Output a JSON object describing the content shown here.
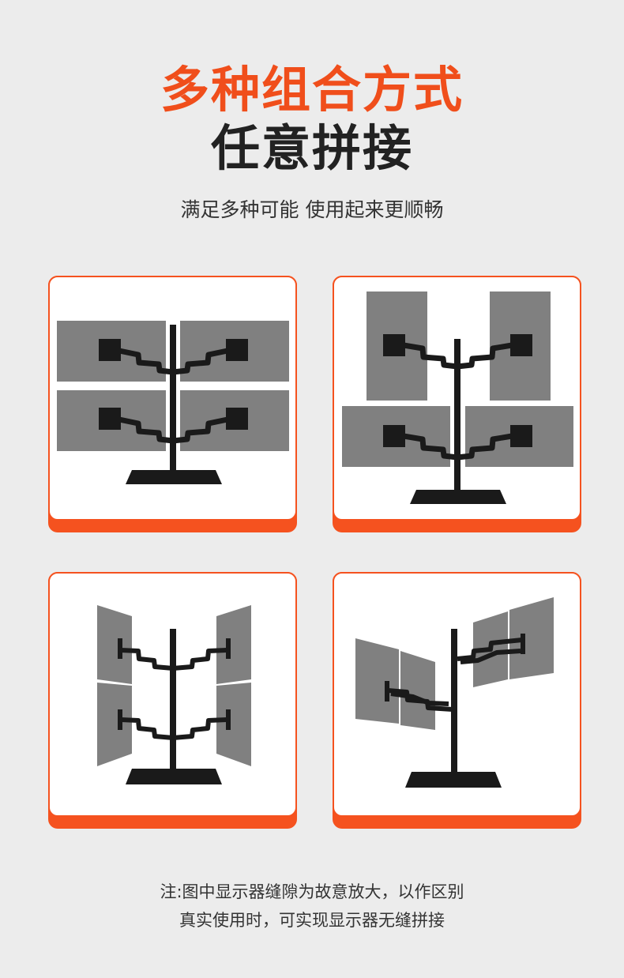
{
  "headline": {
    "line1": "多种组合方式",
    "line2": "任意拼接"
  },
  "subtitle": "满足多种可能 使用起来更顺畅",
  "cards": [
    {
      "name": "2x2-grid-layout"
    },
    {
      "name": "stacked-portrait-landscape-layout"
    },
    {
      "name": "angled-wings-layout"
    },
    {
      "name": "offset-angled-layout"
    }
  ],
  "colors": {
    "accent": "#f5521f",
    "title_accent": "#f04e1b",
    "monitor": "#808080",
    "arm": "#1a1a1a",
    "background": "#ececec"
  },
  "note": {
    "line1": "注:图中显示器缝隙为故意放大，以作区别",
    "line2": "真实使用时，可实现显示器无缝拼接"
  }
}
